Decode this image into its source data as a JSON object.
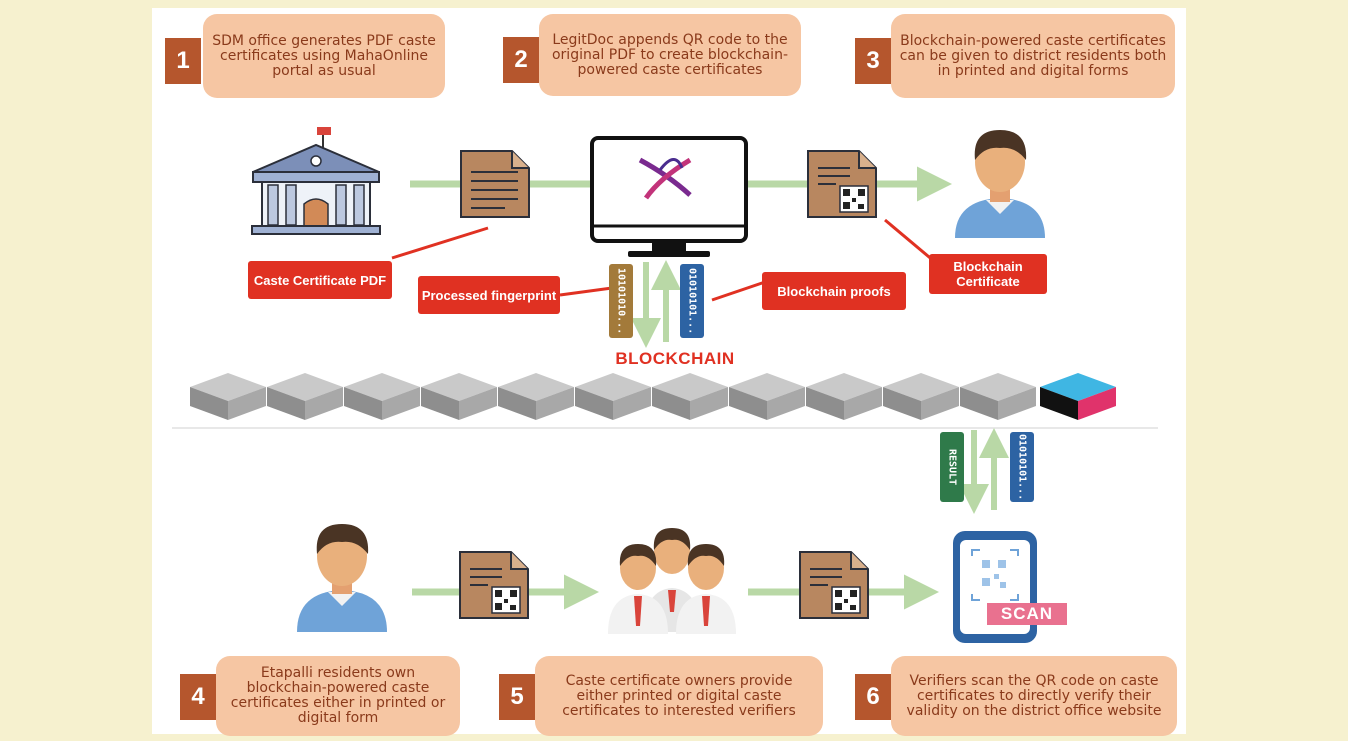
{
  "steps": {
    "s1": {
      "num": "1",
      "text": "SDM office generates PDF caste certificates using MahaOnline portal as usual"
    },
    "s2": {
      "num": "2",
      "text": "LegitDoc appends QR code to the original PDF to create blockchain-powered caste certificates"
    },
    "s3": {
      "num": "3",
      "text": "Blockchain-powered caste certificates can be given to district residents both in printed and digital forms"
    },
    "s4": {
      "num": "4",
      "text": "Etapalli residents own blockchain-powered caste certificates either in printed or digital form"
    },
    "s5": {
      "num": "5",
      "text": "Caste certificate owners provide either printed or digital caste certificates to interested verifiers"
    },
    "s6": {
      "num": "6",
      "text": "Verifiers scan the QR code on caste certificates to directly verify their validity on the district office website"
    }
  },
  "labels": {
    "caste_pdf": "Caste Certificate PDF",
    "processed": "Processed fingerprint",
    "proofs": "Blockchain proofs",
    "bc_cert": "Blockchain Certificate"
  },
  "blockchain_title": "BLOCKCHAIN",
  "binary": {
    "fingerprint": "10101010...",
    "proof": "01010101...",
    "result": "RESULT",
    "query": "01010101..."
  },
  "scan": "SCAN",
  "colors": {
    "background": "#f6f1cf",
    "step_number": "#b5562d",
    "bubble": "#f6c6a3",
    "label_red": "#e03122",
    "arrow": "#b9d8a6"
  }
}
